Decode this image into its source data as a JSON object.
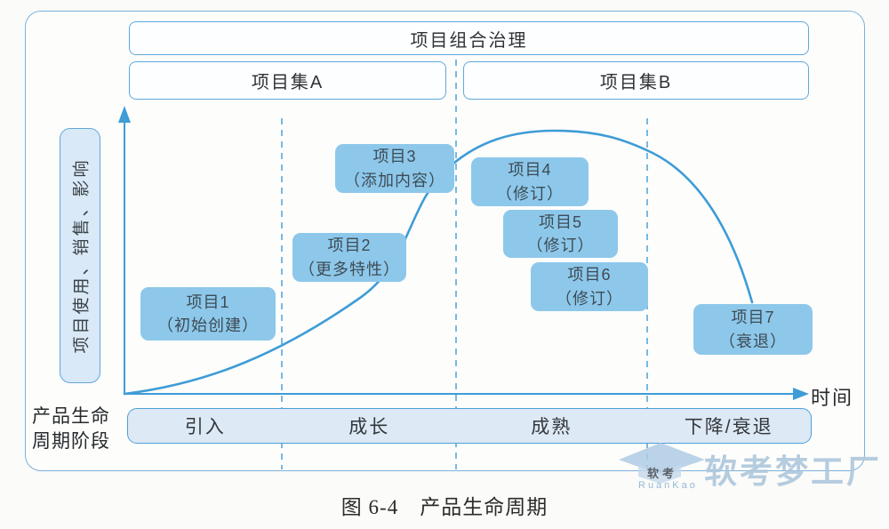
{
  "governance": {
    "label": "项目组合治理"
  },
  "programs": {
    "a": "项目集A",
    "b": "项目集B"
  },
  "y_axis": {
    "label": "项目使用、销售、影响"
  },
  "x_axis": {
    "label": "时间"
  },
  "projects": [
    {
      "name": "项目1",
      "note": "（初始创建）"
    },
    {
      "name": "项目2",
      "note": "（更多特性）"
    },
    {
      "name": "项目3",
      "note": "（添加内容）"
    },
    {
      "name": "项目4",
      "note": "（修订）"
    },
    {
      "name": "项目5",
      "note": "（修订）"
    },
    {
      "name": "项目6",
      "note": "（修订）"
    },
    {
      "name": "项目7",
      "note": "（衰退）"
    }
  ],
  "stage_bar": {
    "title_line1": "产品生命",
    "title_line2": "周期阶段",
    "stages": [
      "引入",
      "成长",
      "成熟",
      "下降/衰退"
    ]
  },
  "caption": "图 6-4　产品生命周期",
  "watermark": {
    "logo_text": "软考",
    "logo_sub": "RuanKao",
    "text": "软考梦工厂"
  },
  "colors": {
    "curve_blue": "#3E9CD6",
    "dash_blue": "#58A8DC",
    "project_box_fill": "#8DC8EB",
    "stage_bar_fill": "#DDE9F5",
    "ylabel_fill": "#D9E9F7",
    "frame_border": "#7BB1DC",
    "watermark_blue": "#ADC6DB"
  }
}
